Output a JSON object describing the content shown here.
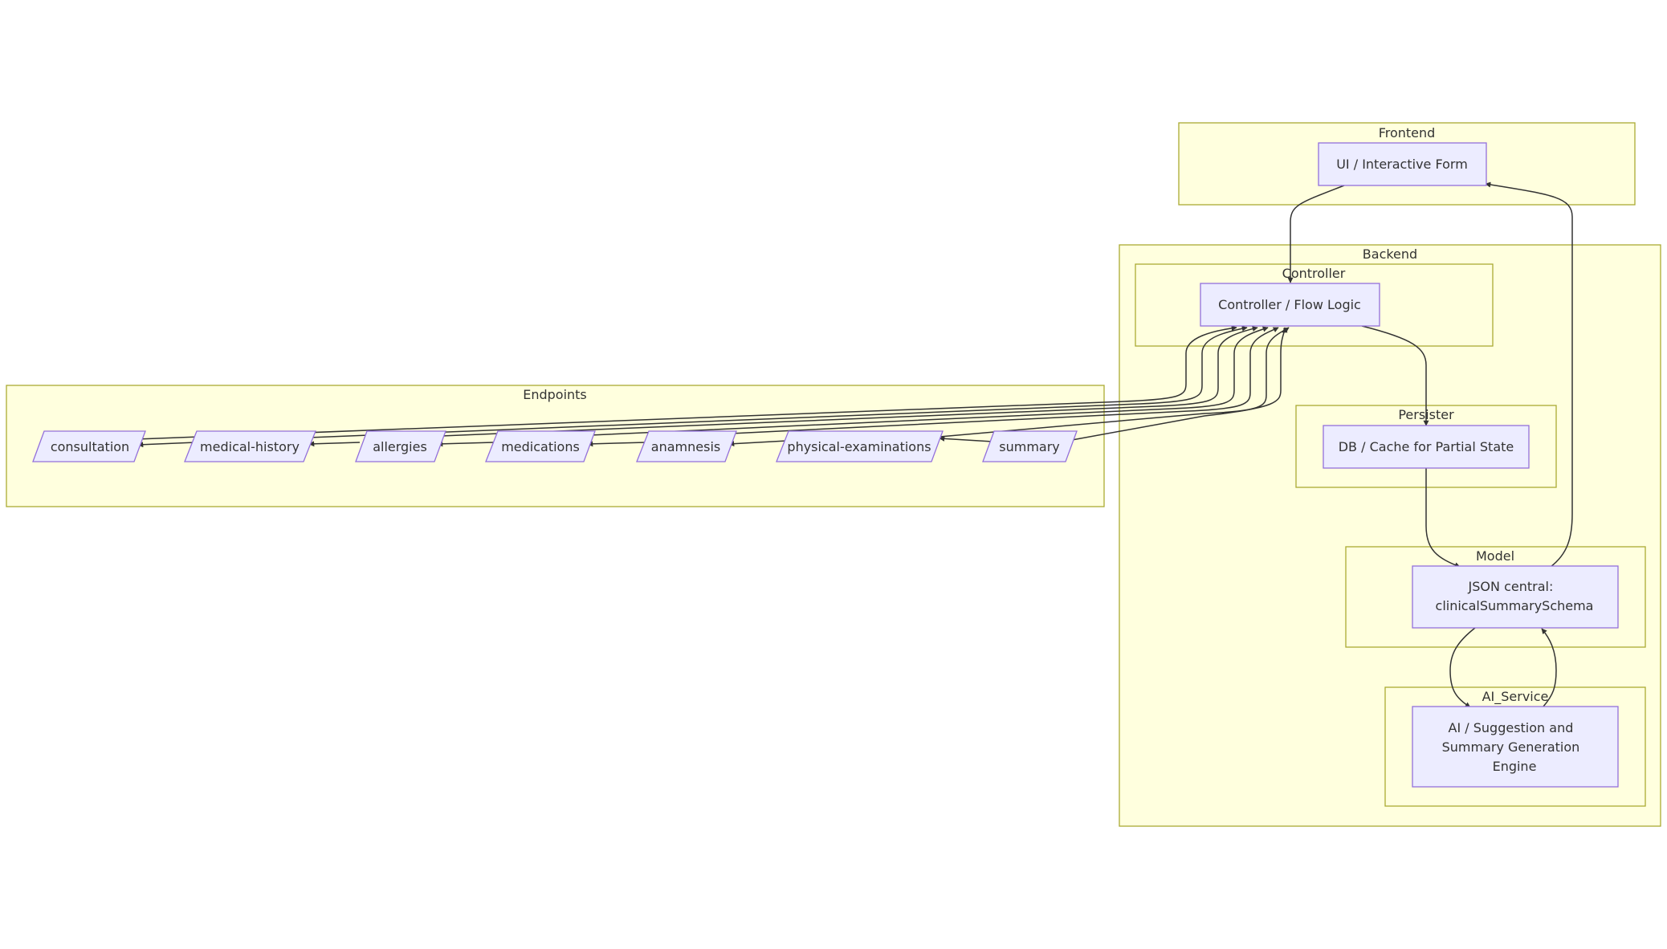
{
  "diagram": {
    "type": "flowchart",
    "clusters": {
      "frontend": "Frontend",
      "backend": "Backend",
      "controller": "Controller",
      "persister": "Persister",
      "model": "Model",
      "ai_service": "AI_Service",
      "endpoints": "Endpoints"
    },
    "nodes": {
      "ui": {
        "lines": [
          "UI / Interactive Form"
        ]
      },
      "controller": {
        "lines": [
          "Controller / Flow Logic"
        ]
      },
      "db": {
        "lines": [
          "DB / Cache for Partial State"
        ]
      },
      "json": {
        "lines": [
          "JSON central:",
          "clinicalSummarySchema"
        ]
      },
      "ai": {
        "lines": [
          "AI / Suggestion and",
          "Summary Generation",
          "Engine"
        ]
      },
      "consultation": {
        "lines": [
          "consultation"
        ]
      },
      "medical_history": {
        "lines": [
          "medical-history"
        ]
      },
      "allergies": {
        "lines": [
          "allergies"
        ]
      },
      "medications": {
        "lines": [
          "medications"
        ]
      },
      "anamnesis": {
        "lines": [
          "anamnesis"
        ]
      },
      "physical_examinations": {
        "lines": [
          "physical-examinations"
        ]
      },
      "summary": {
        "lines": [
          "summary"
        ]
      }
    },
    "edges": [
      {
        "from": "ui",
        "to": "controller"
      },
      {
        "from": "controller",
        "to": "db"
      },
      {
        "from": "db",
        "to": "json"
      },
      {
        "from": "json",
        "to": "ai"
      },
      {
        "from": "ai",
        "to": "json"
      },
      {
        "from": "json",
        "to": "ui"
      },
      {
        "from": "consultation",
        "to": "controller"
      },
      {
        "from": "medical_history",
        "to": "controller"
      },
      {
        "from": "allergies",
        "to": "controller"
      },
      {
        "from": "medications",
        "to": "controller"
      },
      {
        "from": "anamnesis",
        "to": "controller"
      },
      {
        "from": "physical_examinations",
        "to": "controller"
      },
      {
        "from": "summary",
        "to": "controller"
      },
      {
        "from": "medical_history",
        "to": "consultation"
      },
      {
        "from": "allergies",
        "to": "medical_history"
      },
      {
        "from": "medications",
        "to": "allergies"
      },
      {
        "from": "anamnesis",
        "to": "medications"
      },
      {
        "from": "physical_examinations",
        "to": "anamnesis"
      },
      {
        "from": "summary",
        "to": "physical_examinations"
      }
    ],
    "colors": {
      "cluster_fill": "#ffffde",
      "cluster_stroke": "#aaaa33",
      "node_fill": "#ececff",
      "node_stroke": "#9370db",
      "edge": "#333333",
      "text": "#333333"
    }
  }
}
